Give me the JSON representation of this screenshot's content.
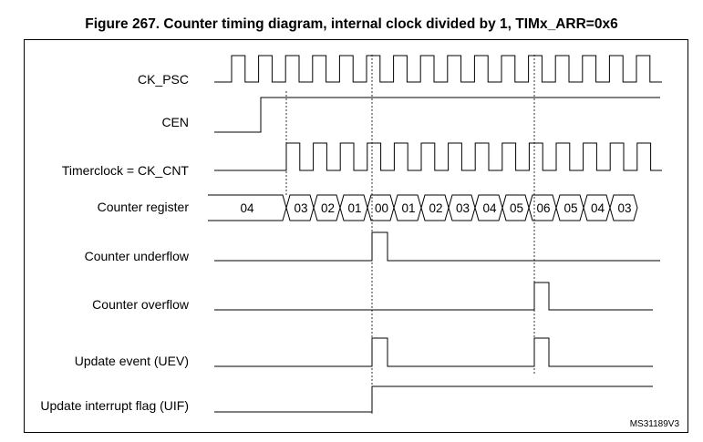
{
  "title": "Figure 267. Counter timing diagram, internal clock divided by 1, TIMx_ARR=0x6",
  "reference_id": "MS31189V3",
  "signals": {
    "ck_psc": "CK_PSC",
    "cen": "CEN",
    "timerclock": "Timerclock = CK_CNT",
    "counter_register": "Counter register",
    "counter_underflow": "Counter underflow",
    "counter_overflow": "Counter overflow",
    "update_event": "Update event (UEV)",
    "uif": "Update interrupt flag (UIF)"
  },
  "counter_values": [
    "04",
    "03",
    "02",
    "01",
    "00",
    "01",
    "02",
    "03",
    "04",
    "05",
    "06",
    "05",
    "04",
    "03"
  ]
}
